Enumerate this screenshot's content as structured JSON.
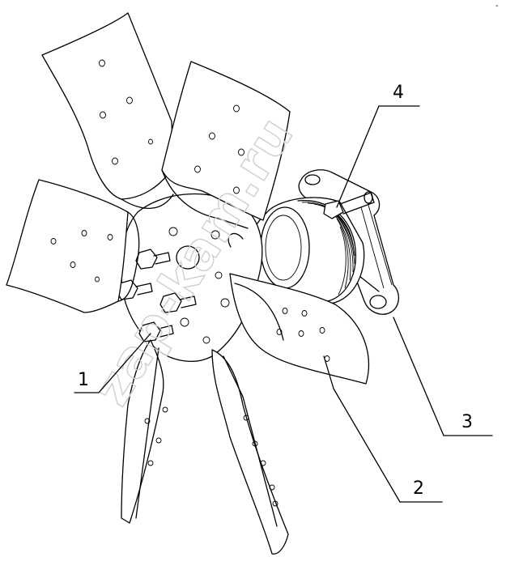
{
  "callouts": [
    {
      "id": "1",
      "label": "1"
    },
    {
      "id": "2",
      "label": "2"
    },
    {
      "id": "3",
      "label": "3"
    },
    {
      "id": "4",
      "label": "4"
    }
  ],
  "watermark": {
    "text": "zap-kam.ru"
  },
  "corner_mark": {
    "text": "-"
  }
}
